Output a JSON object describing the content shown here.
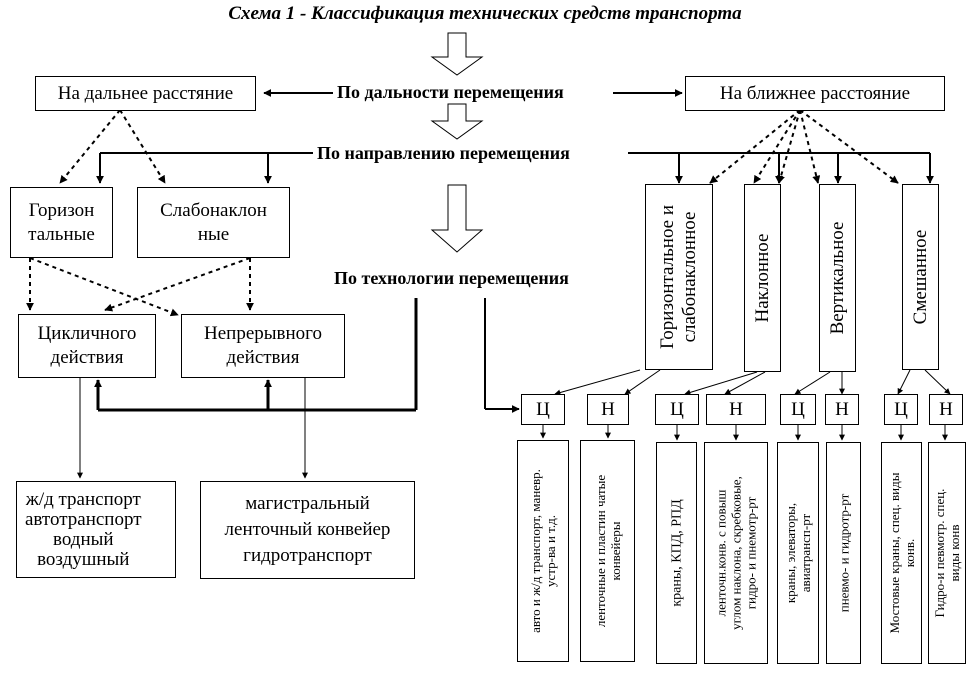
{
  "title": "Схема 1 - Классификация технических средств транспорта",
  "criteria": {
    "distance": "По дальности перемещения",
    "direction": "По направлению перемещения",
    "technology": "По технологии перемещения"
  },
  "distance": {
    "long": "На дальнее расстяние",
    "short": "На ближнее расстояние"
  },
  "left": {
    "horizontal": [
      "Горизон",
      "тальные"
    ],
    "slight_incline": [
      "Слабонаклон",
      "ные"
    ],
    "cyclic": [
      "Цикличного",
      "действия"
    ],
    "continuous": [
      "Непрерывного",
      "действия"
    ],
    "cyclic_examples": [
      "ж/д транспорт",
      "автотранспорт",
      "водный",
      "воздушный"
    ],
    "continuous_examples": [
      "магистральный",
      "ленточный конвейер",
      "гидротранспорт"
    ]
  },
  "right": {
    "directions": [
      [
        "Горизонтальное и",
        "слабонаклонное"
      ],
      [
        "Наклонное"
      ],
      [
        "Вертикальное"
      ],
      [
        "Смешанное"
      ]
    ],
    "c": "Ц",
    "n": "Н",
    "examples": [
      [
        "авто и ж/д транспорт, маневр.",
        "устр-ва и т.д."
      ],
      [
        "ленточные и пластин чатые",
        "конвейеры"
      ],
      [
        "краны, КПД, РПД"
      ],
      [
        "ленточн.конв. с повыш",
        "углом наклона, скребковые,",
        "гидро- и пнемотр-рт"
      ],
      [
        "краны, элеваторы,",
        "авиатрансп-рт"
      ],
      [
        "пневмо- и гидротр-рт"
      ],
      [
        "Мостовые краны, спец. виды",
        "конв."
      ],
      [
        "Гидро-и певмотр. спец.",
        "виды конв"
      ]
    ]
  }
}
